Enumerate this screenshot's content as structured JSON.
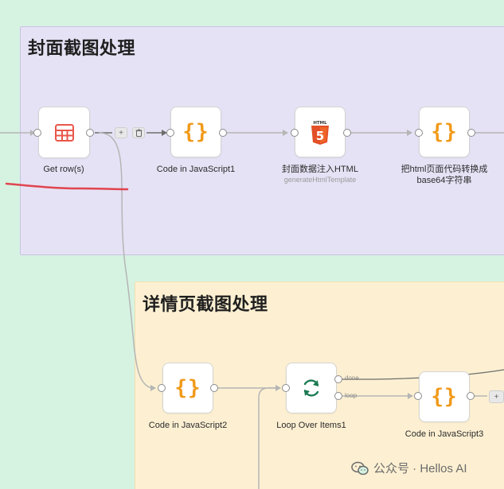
{
  "groups": {
    "cover": {
      "title": "封面截图处理"
    },
    "detail": {
      "title": "详情页截图处理"
    }
  },
  "nodes": {
    "get_rows": {
      "label": "Get row(s)",
      "icon": "table-icon"
    },
    "code1": {
      "label": "Code in JavaScript1",
      "icon": "braces-icon",
      "glyph": "{}"
    },
    "html_inject": {
      "label": "封面数据注入HTML",
      "sublabel": "generateHtmlTemplate",
      "icon": "html5-icon",
      "badge": "HTML",
      "number": "5"
    },
    "base64": {
      "label_line1": "把html页面代码转换成",
      "label_line2": "base64字符串",
      "icon": "braces-icon",
      "glyph": "{}"
    },
    "code2": {
      "label": "Code in JavaScript2",
      "icon": "braces-icon",
      "glyph": "{}"
    },
    "loop": {
      "label": "Loop Over Items1",
      "icon": "loop-icon",
      "outputs": [
        "done",
        "loop"
      ]
    },
    "code3": {
      "label": "Code in JavaScript3",
      "icon": "braces-icon",
      "glyph": "{}"
    }
  },
  "edge_tools": {
    "add": "+",
    "delete": "🗑"
  },
  "watermark": {
    "text": "公众号 · Hellos AI",
    "icon": "wechat-icon"
  },
  "colors": {
    "canvas_bg": "#d6f3e2",
    "cover_group_bg": "#e6e2f5",
    "detail_group_bg": "#fdf0d2",
    "code_icon": "#f19a1a",
    "table_icon": "#e8574a",
    "html5_icon": "#e34f26",
    "loop_icon": "#1a7a52",
    "annotation_underline": "#e0454f"
  }
}
